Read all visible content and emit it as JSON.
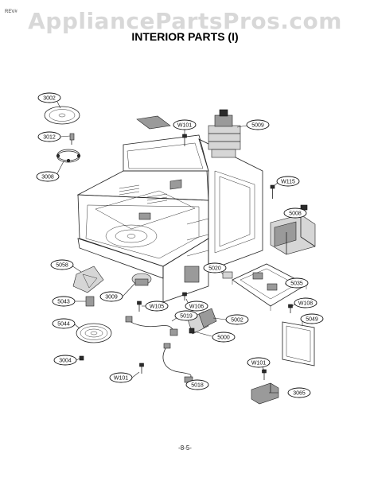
{
  "header": {
    "watermark": "AppliancePartsPros.com",
    "corner_tag": "REV#",
    "title": "INTERIOR PARTS (I)"
  },
  "footer": {
    "page_number": "-8-5-"
  },
  "callouts": [
    "3002",
    "3012",
    "3008",
    "W101",
    "5009",
    "W115",
    "5008",
    "5058",
    "5020",
    "5035",
    "3009",
    "5043",
    "W105",
    "W106",
    "W108",
    "5044",
    "5019",
    "5002",
    "5049",
    "5000",
    "3004",
    "W101",
    "W101",
    "5018",
    "3065"
  ]
}
